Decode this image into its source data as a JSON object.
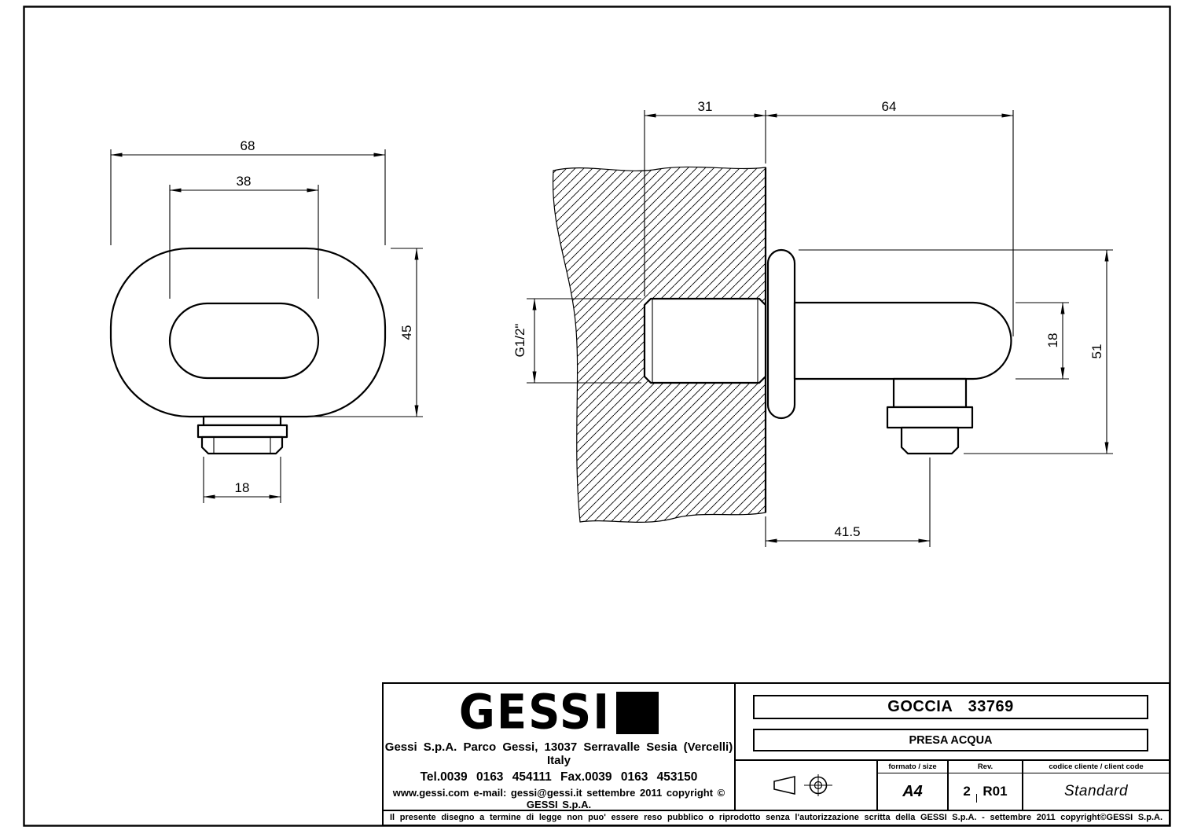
{
  "drawing": {
    "front_view": {
      "dim_outer_width": "68",
      "dim_inner_width": "38",
      "dim_height": "45",
      "dim_outlet_width": "18"
    },
    "side_view": {
      "dim_wall_depth": "31",
      "dim_projection": "64",
      "dim_thread": "G1/2\"",
      "dim_body_diameter": "18",
      "dim_overall_height": "51",
      "dim_outlet_offset": "41.5"
    }
  },
  "title_block": {
    "logo_text": "GESSI",
    "address": "Gessi S.p.A. Parco Gessi, 13037 Serravalle Sesia (Vercelli) Italy",
    "phone": "Tel.0039 0163 454111 Fax.0039 0163 453150",
    "web": "www.gessi.com e-mail: gessi@gessi.it settembre 2011 copyright © GESSI S.p.A.",
    "product_code": "GOCCIA 33769",
    "product_name": "PRESA ACQUA",
    "format_label": "formato / size",
    "format_value": "A4",
    "rev_label": "Rev.",
    "rev_number": "2",
    "rev_code": "R01",
    "client_code_label": "codice cliente / client code",
    "client_code_value": "Standard",
    "legal": "Il presente disegno a termine di legge non puo' essere reso pubblico o riprodotto senza l'autorizzazione scritta della GESSI S.p.A. - settembre 2011 copyright©GESSI S.p.A."
  }
}
